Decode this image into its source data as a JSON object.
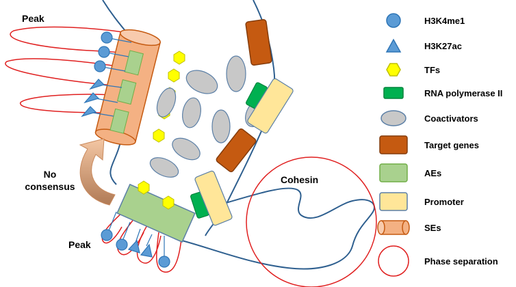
{
  "labels": {
    "peak_top": "Peak",
    "peak_bottom": "Peak",
    "no_consensus_line1": "No",
    "no_consensus_line2": "consensus",
    "cohesin": "Cohesin"
  },
  "legend": [
    {
      "key": "h3k4me1",
      "label": "H3K4me1",
      "icon": "circle",
      "fill": "#5b9bd5",
      "stroke": "#2e75b6"
    },
    {
      "key": "h3k27ac",
      "label": "H3K27ac",
      "icon": "triangle",
      "fill": "#5b9bd5",
      "stroke": "#2e75b6"
    },
    {
      "key": "tfs",
      "label": "TFs",
      "icon": "hexagon",
      "fill": "#ffff00",
      "stroke": "#bfbf00"
    },
    {
      "key": "rna_pol",
      "label": "RNA polymerase II",
      "icon": "rect-small",
      "fill": "#00b050",
      "stroke": "#00843c"
    },
    {
      "key": "coactivators",
      "label": "Coactivators",
      "icon": "ellipse",
      "fill": "#c8c8c8",
      "stroke": "#5b7fa6"
    },
    {
      "key": "target_genes",
      "label": "Target genes",
      "icon": "rect",
      "fill": "#c55a11",
      "stroke": "#843c0c"
    },
    {
      "key": "aes",
      "label": "AEs",
      "icon": "rect",
      "fill": "#a9d18e",
      "stroke": "#70ad47"
    },
    {
      "key": "promoter",
      "label": "Promoter",
      "icon": "rect",
      "fill": "#ffe699",
      "stroke": "#5b7fa6"
    },
    {
      "key": "ses",
      "label": "SEs",
      "icon": "cylinder",
      "fill": "#f4b183",
      "stroke": "#c55a11"
    },
    {
      "key": "phase_sep",
      "label": "Phase separation",
      "icon": "big-circle",
      "fill": "none",
      "stroke": "#e02020"
    }
  ],
  "colors": {
    "dna": "#2e5f8f",
    "peak_outline": "#e02020",
    "arrow": "#e7a97e"
  }
}
